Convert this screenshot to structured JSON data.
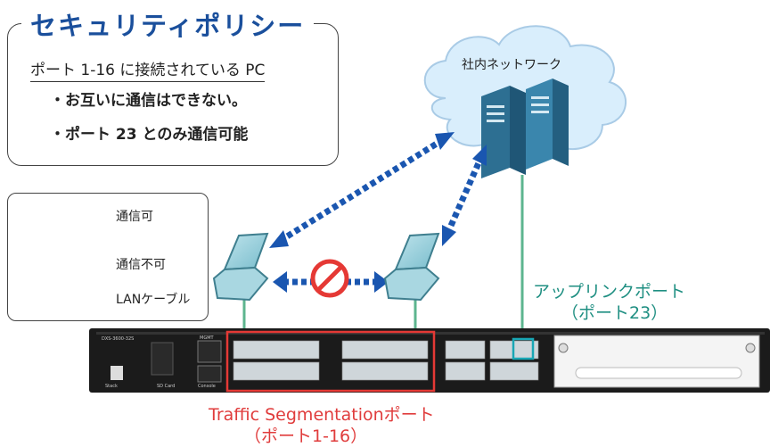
{
  "policy": {
    "title": "セキュリティポリシー",
    "subtitle": "ポート 1-16 に接続されている PC",
    "bullets": [
      "・お互いに通信はできない。",
      "・ポート 23 とのみ通信可能"
    ]
  },
  "cloud": {
    "label": "社内ネットワーク"
  },
  "legend": {
    "items": [
      {
        "label": "通信可"
      },
      {
        "label": "通信不可"
      },
      {
        "label": "LANケーブル"
      }
    ]
  },
  "uplink": {
    "label": "アップリンクポート",
    "sub": "（ポート23）"
  },
  "traffic": {
    "label": "Traffic Segmentationポート",
    "sub": "（ポート1-16）"
  },
  "switch": {
    "model": "DXS-3600-32S",
    "stack_label": "Stack",
    "sdcard_label": "SD Card",
    "console_label": "Console",
    "mgmt_label": "MGMT"
  },
  "colors": {
    "arrow": "#1a56b0",
    "cable": "#5db58f",
    "deny": "#e53935",
    "highlight": "#e53935",
    "uplink_box": "#19a7b5",
    "cloud": "#d8ecfb"
  }
}
